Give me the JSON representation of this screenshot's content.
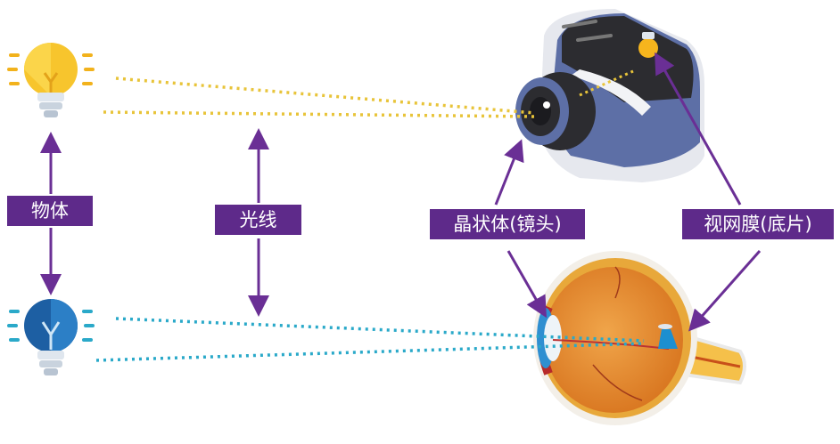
{
  "labels": {
    "object": "物体",
    "light": "光线",
    "lens": "晶状体(镜头)",
    "retina": "视网膜(底片)"
  },
  "colors": {
    "label_bg": "#5e2a8a",
    "arrow": "#6a2f95",
    "yellow_ray": "#e8c43a",
    "blue_ray": "#2aa9c9",
    "camera_body": "#5d6fa6",
    "camera_dark": "#2c2c30",
    "eye_orange": "#e8902e"
  }
}
